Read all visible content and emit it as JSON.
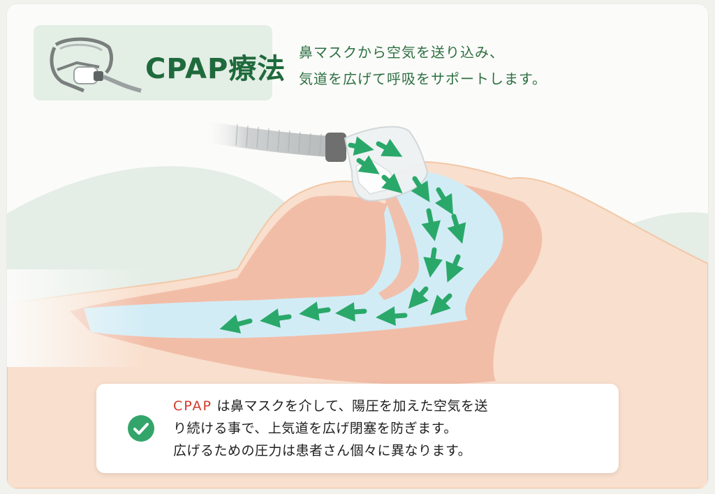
{
  "title": "CPAP療法",
  "intro": {
    "line1": "鼻マスクから空気を送り込み、",
    "line2": "気道を広げて呼吸をサポートします。"
  },
  "note": {
    "highlight": "CPAP",
    "line1_rest": " は鼻マスクを介して、陽圧を加えた空気を送",
    "line2": "り続ける事で、上気道を広げ閉塞を防ぎます。",
    "line3": "広げるための圧力は患者さん個々に異なります。"
  },
  "icons": {
    "title": "cpap-mask-icon",
    "note": "check-circle-icon"
  },
  "colors": {
    "brand_green": "#1f6a3c",
    "arrow_green": "#2aa86a",
    "title_bg": "#e3eee5",
    "skin": "#f8dcc8",
    "tissue": "#f1b9a4",
    "airway": "#cfeaf4",
    "highlight_red": "#d23a2a"
  }
}
